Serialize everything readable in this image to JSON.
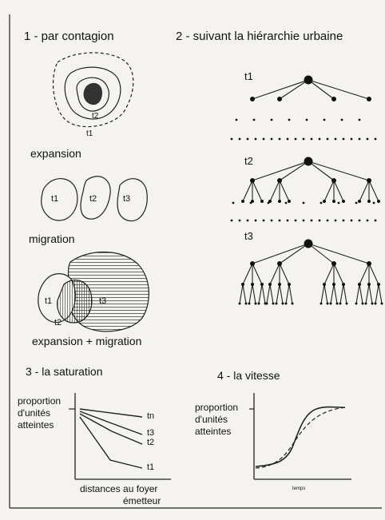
{
  "sections": {
    "contagion": {
      "heading": "1 - par contagion",
      "expansion_label": "expansion",
      "migration_label": "migration",
      "combined_label": "expansion + migration",
      "time_labels": [
        "t1",
        "t2",
        "t3"
      ]
    },
    "hierarchy": {
      "heading": "2 - suivant la hiérarchie urbaine",
      "time_labels": [
        "t1",
        "t2",
        "t3"
      ]
    },
    "saturation": {
      "heading": "3 - la saturation",
      "ylabel": [
        "proportion",
        "d'unités",
        "atteintes"
      ],
      "xlabel": [
        "distances au foyer",
        "émetteur"
      ],
      "series_labels": [
        "tn",
        "t3",
        "t2",
        "t1"
      ]
    },
    "speed": {
      "heading": "4 - la vitesse",
      "ylabel": [
        "proportion",
        "d'unités",
        "atteintes"
      ],
      "xlabel": "temps"
    }
  },
  "colors": {
    "ink": "#111111",
    "paper": "#f4f3ef"
  }
}
